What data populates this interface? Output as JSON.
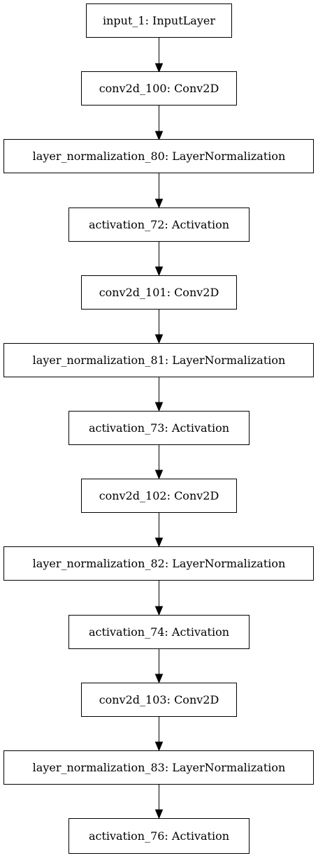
{
  "nodes": [
    "input_1: InputLayer",
    "conv2d_100: Conv2D",
    "layer_normalization_80: LayerNormalization",
    "activation_72: Activation",
    "conv2d_101: Conv2D",
    "layer_normalization_81: LayerNormalization",
    "activation_73: Activation",
    "conv2d_102: Conv2D",
    "layer_normalization_82: LayerNormalization",
    "activation_74: Activation",
    "conv2d_103: Conv2D",
    "layer_normalization_83: LayerNormalization",
    "activation_76: Activation"
  ],
  "edges": [
    [
      0,
      1
    ],
    [
      1,
      2
    ],
    [
      2,
      3
    ],
    [
      3,
      4
    ],
    [
      4,
      5
    ],
    [
      5,
      6
    ],
    [
      6,
      7
    ],
    [
      7,
      8
    ],
    [
      8,
      9
    ],
    [
      9,
      10
    ],
    [
      10,
      11
    ],
    [
      11,
      12
    ]
  ]
}
